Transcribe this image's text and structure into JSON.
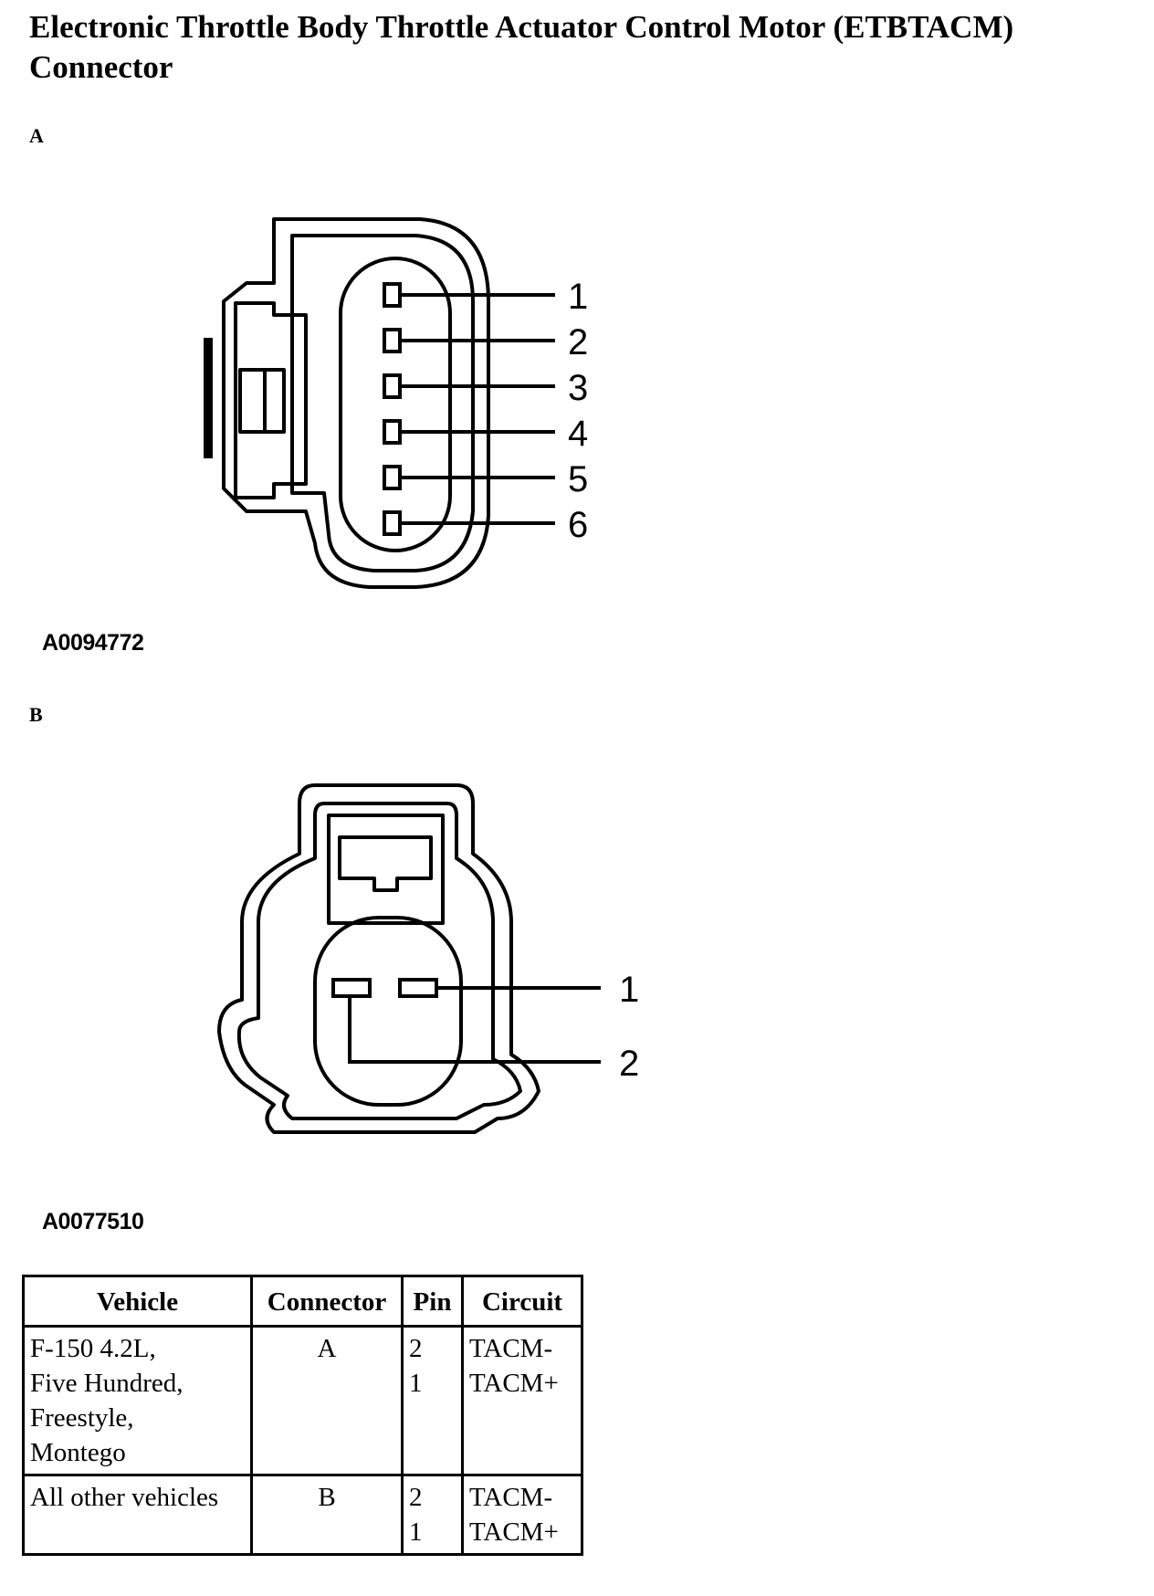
{
  "title": "Electronic Throttle Body Throttle Actuator Control Motor (ETBTACM) Connector",
  "figures": [
    {
      "label": "A",
      "figure_id": "A0094772",
      "pins": [
        "1",
        "2",
        "3",
        "4",
        "5",
        "6"
      ]
    },
    {
      "label": "B",
      "figure_id": "A0077510",
      "pins": [
        "1",
        "2"
      ]
    }
  ],
  "table": {
    "headers": [
      "Vehicle",
      "Connector",
      "Pin",
      "Circuit"
    ],
    "rows": [
      {
        "vehicle": "F-150 4.2L,\nFive Hundred,\nFreestyle,\nMontego",
        "connector": "A",
        "pin": "2\n1",
        "circuit": "TACM-\nTACM+"
      },
      {
        "vehicle": "All other vehicles",
        "connector": "B",
        "pin": "2\n1",
        "circuit": "TACM-\nTACM+"
      }
    ]
  }
}
